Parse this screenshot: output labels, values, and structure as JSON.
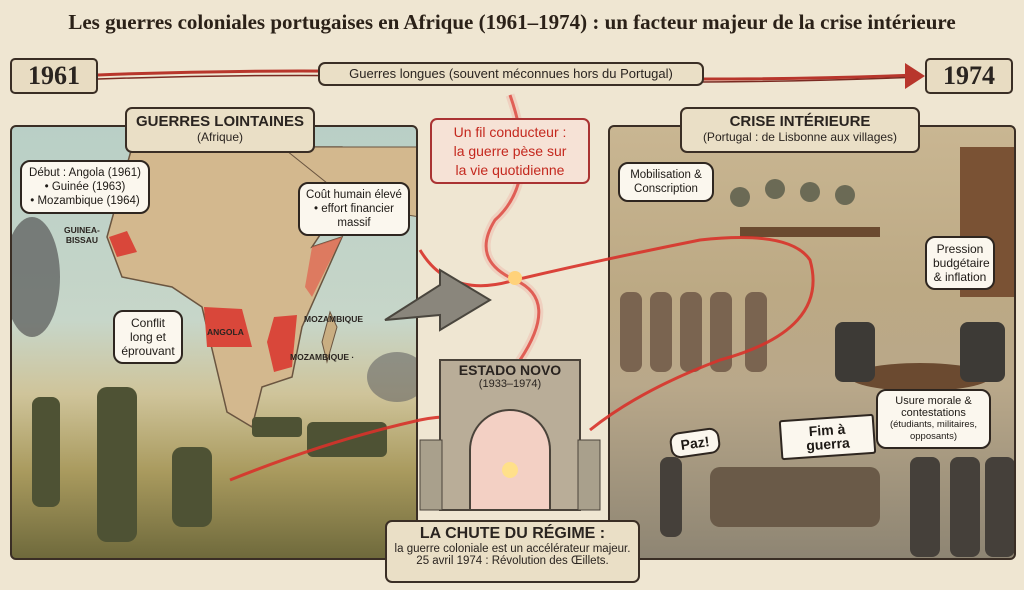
{
  "title": "Les guerres coloniales portugaises en Afrique (1961–1974) : un facteur majeur de la crise intérieure",
  "timeline": {
    "start": "1961",
    "end": "1974",
    "label": "Guerres longues (souvent méconnues hors du Portugal)"
  },
  "left_panel": {
    "heading": "GUERRES LOINTAINES",
    "subheading": "(Afrique)",
    "bubbles": {
      "debut": [
        "Début : Angola (1961)",
        "• Guinée (1963)",
        "• Mozambique (1964)"
      ],
      "cout": [
        "Coût humain élevé",
        "• effort financier",
        "massif"
      ],
      "conflit": [
        "Conflit",
        "long et",
        "éprouvant"
      ]
    },
    "map_labels": {
      "guinea": [
        "GUINEA-",
        "BISSAU"
      ],
      "angola": "ANGOLA",
      "mozambique1": "MOZAMBIQUE",
      "mozambique2": "MOZAMBIQUE ·"
    },
    "highlight_color": "#d9473a"
  },
  "center": {
    "thread": [
      "Un fil conducteur :",
      "la guerre pèse sur",
      "la vie quotidienne"
    ],
    "arch": {
      "title": "ESTADO NOVO",
      "years": "(1933–1974)"
    },
    "fall": {
      "title": "LA CHUTE DU RÉGIME :",
      "line1": "la guerre coloniale est un accélérateur majeur.",
      "line2": "25 avril 1974 : Révolution des Œillets."
    },
    "thread_color": "#d8322a"
  },
  "right_panel": {
    "heading": "CRISE INTÉRIEURE",
    "subheading": "(Portugal : de Lisbonne aux villages)",
    "bubbles": {
      "mobilisation": [
        "Mobilisation &",
        "Conscription"
      ],
      "pression": [
        "Pression",
        "budgétaire",
        "& inflation"
      ],
      "usure": [
        "Usure morale &",
        "contestations",
        "(étudiants, militaires,",
        "opposants)"
      ]
    },
    "signs": {
      "paz": "Paz!",
      "fim": "Fim à guerra"
    }
  }
}
